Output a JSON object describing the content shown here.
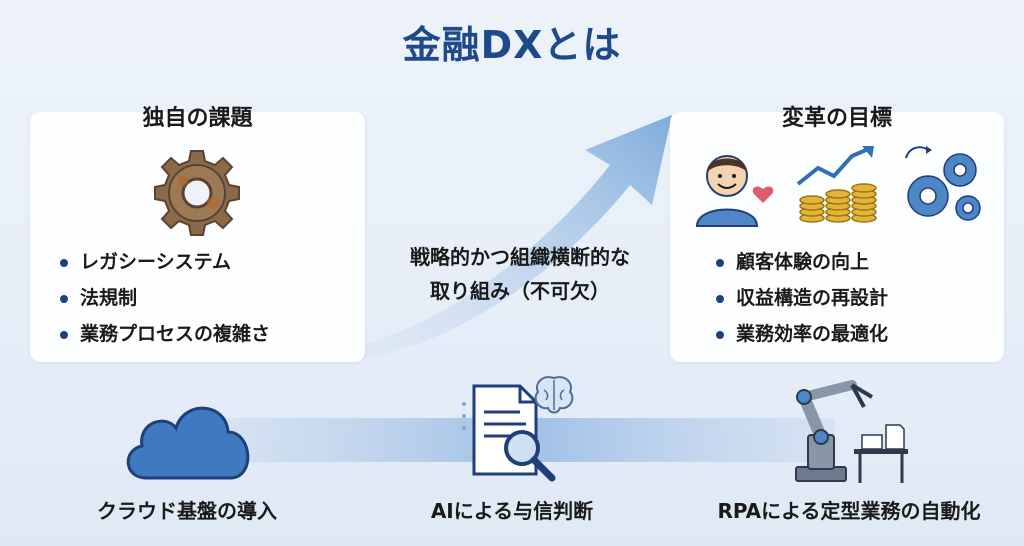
{
  "title": "金融DXとは",
  "left_panel": {
    "heading": "独自の課題",
    "items": [
      "レガシーシステム",
      "法規制",
      "業務プロセスの複雑さ"
    ]
  },
  "right_panel": {
    "heading": "変革の目標",
    "items": [
      "顧客体験の向上",
      "収益構造の再設計",
      "業務効率の最適化"
    ]
  },
  "center_text": {
    "line1": "戦略的かつ組織横断的な",
    "line2": "取り組み（不可欠）"
  },
  "bottom": {
    "cloud_label": "クラウド基盤の導入",
    "ai_label": "AIによる与信判断",
    "rpa_label": "RPAによる定型業務の自動化"
  },
  "colors": {
    "title": "#1f4a8a",
    "accent_blue": "#4f86c6",
    "bullet": "#1f3f7a",
    "gold": "#d9a92a"
  },
  "icons": [
    "rusty-gear-icon",
    "smiling-customer-icon",
    "heart-icon",
    "growth-chart-coins-icon",
    "gears-icon",
    "cloud-icon",
    "document-magnifier-icon",
    "brain-icon",
    "robot-arm-icon"
  ]
}
